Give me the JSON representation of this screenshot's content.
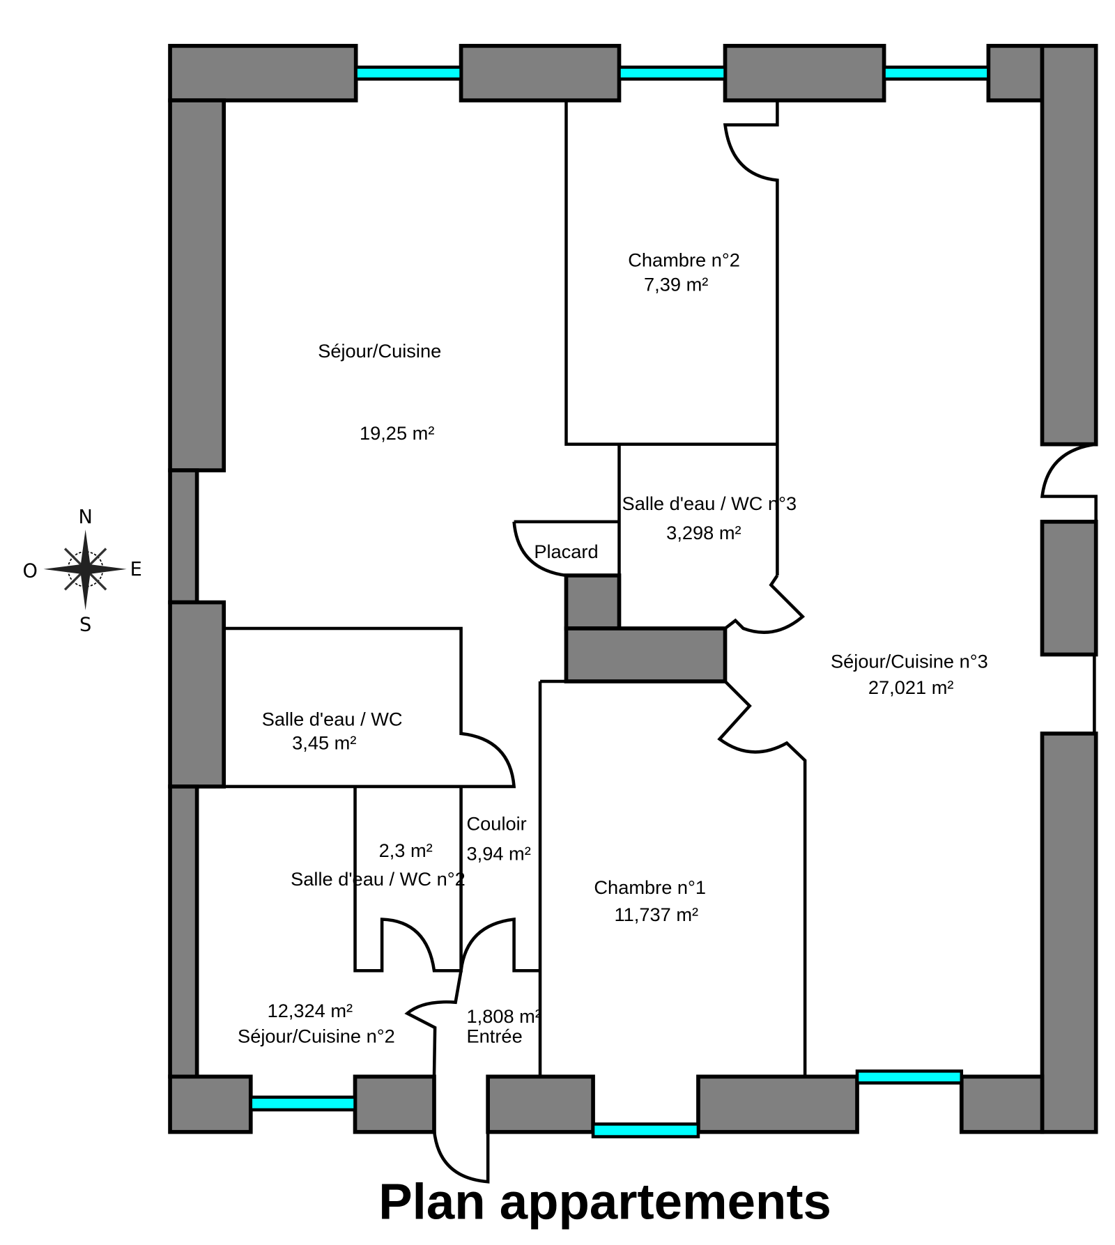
{
  "title": "Plan appartements",
  "colors": {
    "wall": "#808080",
    "window": "#00ffff",
    "line": "#000000"
  },
  "compass": {
    "icon": "compass-rose-icon",
    "north": "N",
    "south": "S",
    "east": "E",
    "west": "O"
  },
  "rooms": [
    {
      "name": "Séjour/Cuisine",
      "area": "19,25  m²"
    },
    {
      "name": "Chambre n°2",
      "area": "7,39  m²"
    },
    {
      "name": "Salle d'eau / WC n°3",
      "area": "3,298  m²"
    },
    {
      "name": "Placard"
    },
    {
      "name": "Séjour/Cuisine n°3",
      "area": "27,021  m²"
    },
    {
      "name": "Salle d'eau / WC",
      "area": "3,45  m²"
    },
    {
      "name": "Salle d'eau / WC n°2",
      "area": "2,3  m²"
    },
    {
      "name": "Couloir",
      "area": "3,94  m²"
    },
    {
      "name": "Chambre n°1",
      "area": "11,737  m²"
    },
    {
      "name": "Séjour/Cuisine n°2",
      "area": "12,324  m²"
    },
    {
      "name": "Entrée",
      "area": "1,808  m²"
    }
  ]
}
